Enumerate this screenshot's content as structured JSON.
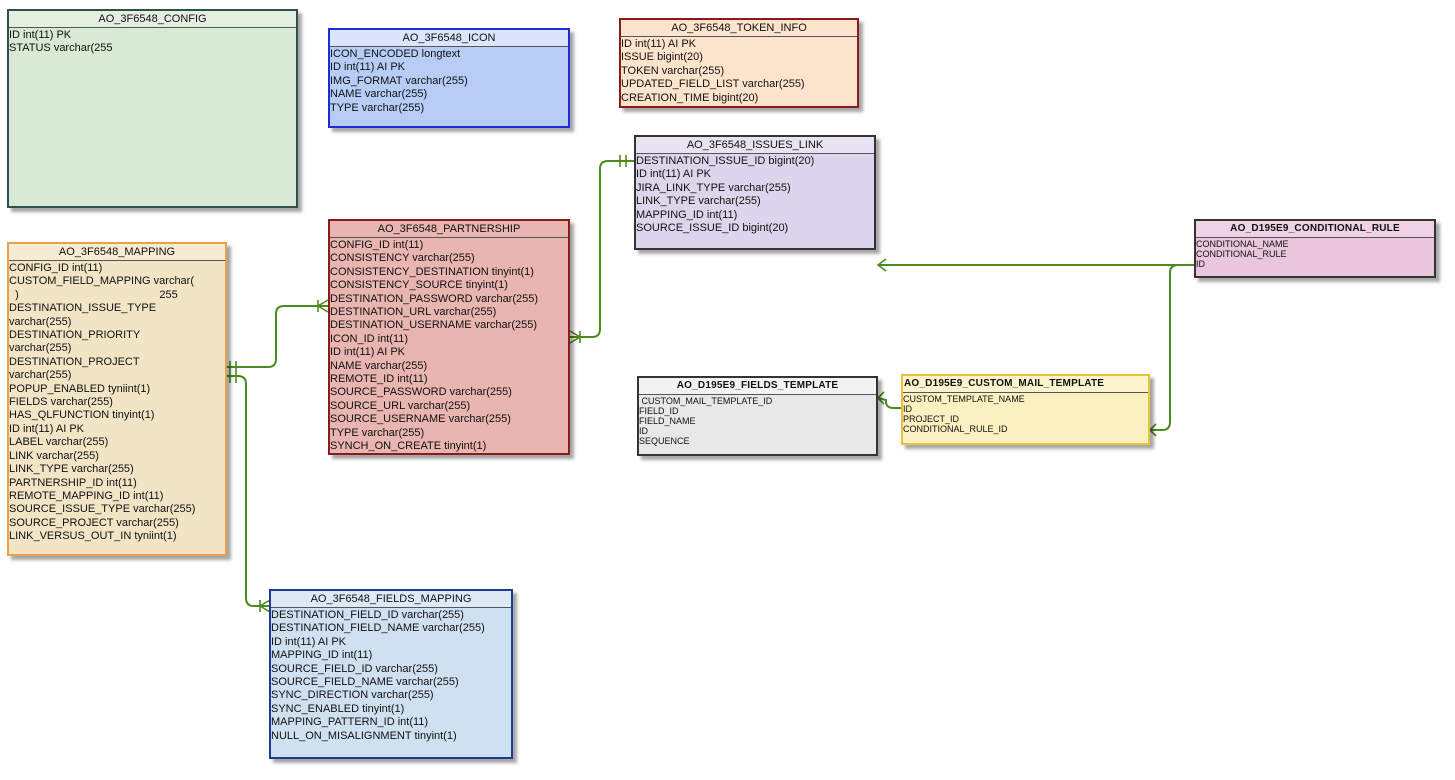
{
  "colors": {
    "config": {
      "fill": "#d8ead3",
      "head": "#e4f0df",
      "border": "#2f4f4f"
    },
    "icon": {
      "fill": "#b7cdf5",
      "head": "#d9e6fb",
      "border": "#1f2bd6"
    },
    "token_info": {
      "fill": "#fce3cc",
      "head": "#fce3cc",
      "border": "#8b1a1a"
    },
    "issues_link": {
      "fill": "#dcd6ec",
      "head": "#e7e3f3",
      "border": "#333333"
    },
    "partnership": {
      "fill": "#e8b5b0",
      "head": "#e8b5b0",
      "border": "#8b1a1a"
    },
    "mapping": {
      "fill": "#f2e5c6",
      "head": "#f7ecd3",
      "border": "#e8a04b"
    },
    "fields_mapping": {
      "fill": "#cfe0f1",
      "head": "#dde9f6",
      "border": "#1f3a93"
    },
    "fields_template": {
      "fill": "#e8e8e8",
      "head": "#f2f2f2",
      "border": "#333333"
    },
    "custom_mail_template": {
      "fill": "#fbf0bf",
      "head": "#fcf4cc",
      "border": "#e8c23a"
    },
    "conditional_rule": {
      "fill": "#e9c6dc",
      "head": "#efd3e5",
      "border": "#333333"
    },
    "relationship_line": "#4b8b1e"
  },
  "tables": {
    "config": {
      "name": "AO_3F6548_CONFIG",
      "rows": [
        "ID int(11) PK",
        "STATUS varchar(255"
      ]
    },
    "icon": {
      "name": "AO_3F6548_ICON",
      "rows": [
        "ICON_ENCODED longtext",
        "ID int(11) AI PK",
        "IMG_FORMAT varchar(255)",
        "NAME varchar(255)",
        "TYPE varchar(255)"
      ]
    },
    "token_info": {
      "name": "AO_3F6548_TOKEN_INFO",
      "rows": [
        "ID int(11) AI PK",
        "ISSUE bigint(20)",
        "TOKEN varchar(255)",
        "UPDATED_FIELD_LIST varchar(255)",
        "CREATION_TIME bigint(20)"
      ]
    },
    "issues_link": {
      "name": "AO_3F6548_ISSUES_LINK",
      "rows": [
        "DESTINATION_ISSUE_ID bigint(20)",
        "ID int(11) AI PK",
        "JIRA_LINK_TYPE varchar(255)",
        "LINK_TYPE varchar(255)",
        "MAPPING_ID int(11)",
        "SOURCE_ISSUE_ID bigint(20)"
      ]
    },
    "partnership": {
      "name": "AO_3F6548_PARTNERSHIP",
      "rows": [
        "CONFIG_ID int(11)",
        "CONSISTENCY varchar(255)",
        "CONSISTENCY_DESTINATION tinyint(1)",
        "CONSISTENCY_SOURCE tinyint(1)",
        "DESTINATION_PASSWORD varchar(255)",
        "DESTINATION_URL varchar(255)",
        "DESTINATION_USERNAME varchar(255)",
        "ICON_ID int(11)",
        "ID int(11) AI PK",
        "NAME varchar(255)",
        "REMOTE_ID int(11)",
        "SOURCE_PASSWORD varchar(255)",
        "SOURCE_URL varchar(255)",
        "SOURCE_USERNAME varchar(255)",
        "TYPE varchar(255)",
        "SYNCH_ON_CREATE tinyint(1)"
      ]
    },
    "mapping": {
      "name": "AO_3F6548_MAPPING",
      "rows": [
        "CONFIG_ID int(11)",
        "CUSTOM_FIELD_MAPPING varchar(",
        "  )                                              255",
        "DESTINATION_ISSUE_TYPE",
        "varchar(255)",
        "DESTINATION_PRIORITY",
        "varchar(255)",
        "DESTINATION_PROJECT",
        "varchar(255)",
        "POPUP_ENABLED tyniint(1)",
        "FIELDS varchar(255)",
        "HAS_QLFUNCTION tinyint(1)",
        "ID int(11) AI PK",
        "LABEL varchar(255)",
        "LINK varchar(255)",
        "LINK_TYPE varchar(255)",
        "PARTNERSHIP_ID int(11)",
        "REMOTE_MAPPING_ID int(11)",
        "SOURCE_ISSUE_TYPE varchar(255)",
        "SOURCE_PROJECT varchar(255)",
        "LINK_VERSUS_OUT_IN tyniint(1)"
      ]
    },
    "fields_mapping": {
      "name": "AO_3F6548_FIELDS_MAPPING",
      "rows": [
        "DESTINATION_FIELD_ID varchar(255)",
        "DESTINATION_FIELD_NAME varchar(255)",
        "ID int(11) AI PK",
        "MAPPING_ID int(11)",
        "SOURCE_FIELD_ID varchar(255)",
        "SOURCE_FIELD_NAME varchar(255)",
        "SYNC_DIRECTION varchar(255)",
        "SYNC_ENABLED tinyint(1)",
        "MAPPING_PATTERN_ID int(11)",
        "NULL_ON_MISALIGNMENT tinyint(1)"
      ]
    },
    "fields_template": {
      "name": "AO_D195E9_FIELDS_TEMPLATE",
      "rows": [
        " CUSTOM_MAIL_TEMPLATE_ID",
        "FIELD_ID",
        "FIELD_NAME",
        "ID",
        "SEQUENCE"
      ]
    },
    "custom_mail_template": {
      "name": "AO_D195E9_CUSTOM_MAIL_TEMPLATE",
      "rows": [
        "CUSTOM_TEMPLATE_NAME",
        "ID",
        "PROJECT_ID",
        "CONDITIONAL_RULE_ID"
      ]
    },
    "conditional_rule": {
      "name": "AO_D195E9_CONDITIONAL_RULE",
      "rows": [
        "CONDITIONAL_NAME",
        "CONDITIONAL_RULE",
        "ID"
      ]
    }
  }
}
